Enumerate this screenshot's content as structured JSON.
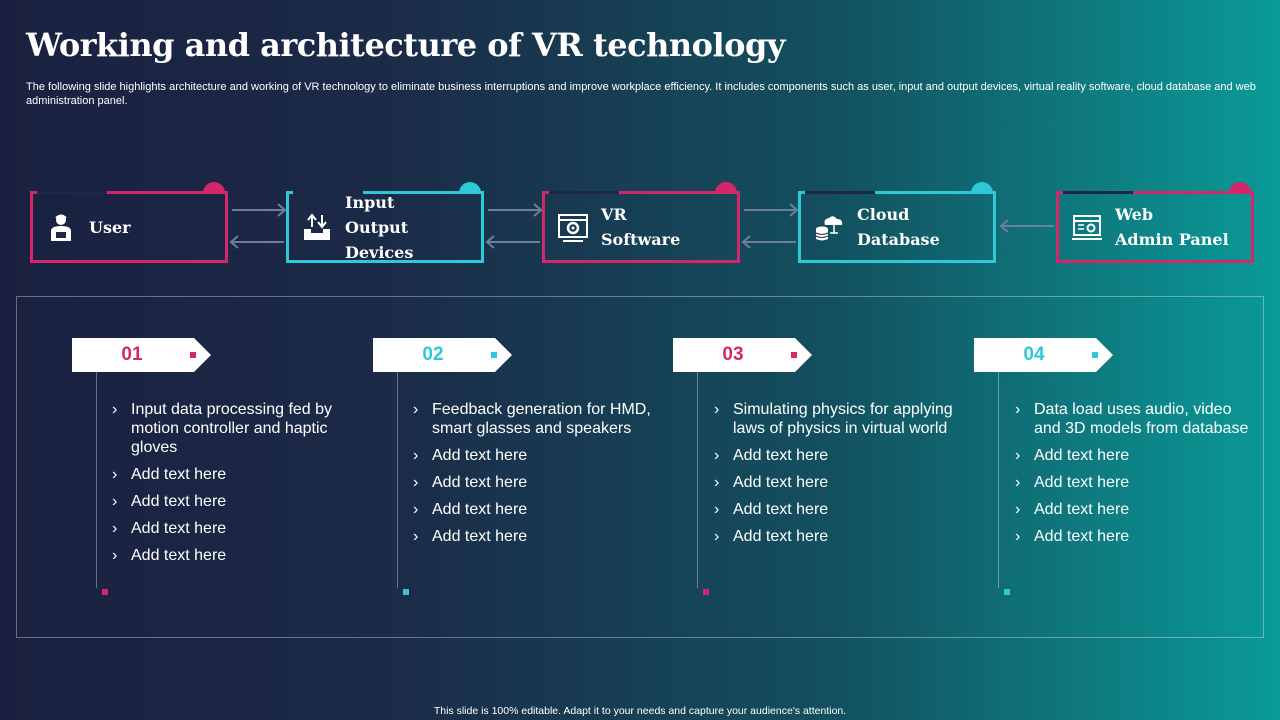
{
  "title": "Working and architecture of VR technology",
  "subtitle": "The following slide highlights architecture and working of VR technology to eliminate business interruptions and improve workplace efficiency. It includes components such as user, input and output devices, virtual reality software, cloud database and web administration panel.",
  "colors": {
    "pink": "#d4266a",
    "cyan": "#2dc9d6"
  },
  "flow": [
    {
      "label": "User",
      "icon": "user-icon",
      "color": "pink"
    },
    {
      "label": "Input\nOutput Devices",
      "icon": "input-output-icon",
      "color": "cyan"
    },
    {
      "label": "VR\nSoftware",
      "icon": "vr-software-icon",
      "color": "pink"
    },
    {
      "label": "Cloud\nDatabase",
      "icon": "cloud-database-icon",
      "color": "cyan"
    },
    {
      "label": "Web\nAdmin Panel",
      "icon": "web-admin-icon",
      "color": "pink"
    }
  ],
  "steps": [
    {
      "num": "01",
      "color": "pink",
      "items": [
        "Input  data processing fed by motion controller and haptic gloves",
        "Add text here",
        "Add text here",
        "Add text here",
        "Add text here"
      ]
    },
    {
      "num": "02",
      "color": "cyan",
      "items": [
        "Feedback generation for HMD, smart glasses and speakers",
        "Add text here",
        "Add text here",
        "Add text here",
        "Add text here"
      ]
    },
    {
      "num": "03",
      "color": "pink",
      "items": [
        "Simulating physics for applying  laws of physics in virtual world",
        "Add text here",
        "Add text here",
        "Add text here",
        "Add text here"
      ]
    },
    {
      "num": "04",
      "color": "cyan",
      "items": [
        "Data load uses audio, video and 3D models from database",
        "Add text here",
        "Add text here",
        "Add text here",
        "Add text here"
      ]
    }
  ],
  "footer": "This slide is 100% editable.  Adapt it to your needs and capture your audience's attention."
}
